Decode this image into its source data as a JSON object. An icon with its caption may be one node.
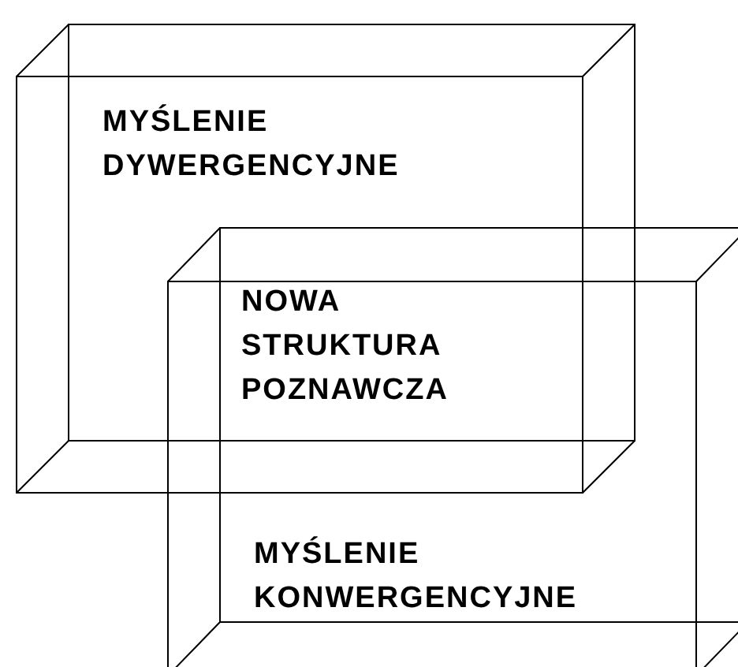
{
  "diagram": {
    "nodes": [
      {
        "text": [
          "MYŚLENIE DYWERGENCYJNE"
        ]
      },
      {
        "text": [
          "MYŚLENIE KONWERGENCYJNE"
        ]
      }
    ],
    "labels": [
      "NOWA STRUKTURA POZNAWCZA"
    ]
  }
}
